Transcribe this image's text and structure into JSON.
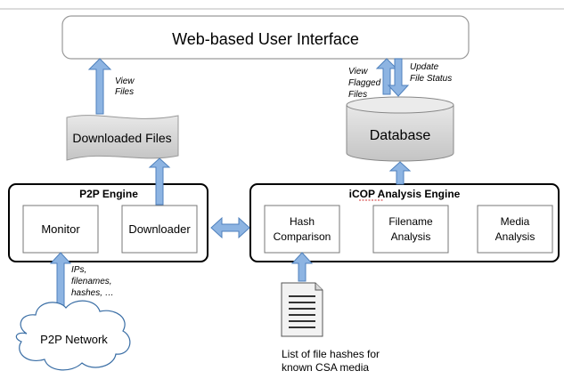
{
  "web_ui": {
    "label": "Web-based User Interface"
  },
  "downloaded_files": {
    "label": "Downloaded Files"
  },
  "database": {
    "label": "Database"
  },
  "p2p_engine": {
    "title": "P2P Engine",
    "monitor": "Monitor",
    "downloader": "Downloader"
  },
  "icop_engine": {
    "title": "iCOP Analysis Engine",
    "hash": [
      "Hash",
      "Comparison"
    ],
    "filename": [
      "Filename",
      "Analysis"
    ],
    "media": [
      "Media",
      "Analysis"
    ]
  },
  "p2p_network": {
    "label": "P2P Network"
  },
  "annotations": {
    "view_files": [
      "View",
      "Files"
    ],
    "view_flagged": [
      "View",
      "Flagged",
      "Files"
    ],
    "update_status": [
      "Update",
      "File Status"
    ],
    "ips": [
      "IPs,",
      "filenames,",
      "hashes, …"
    ]
  },
  "hash_list": {
    "caption": [
      "List of file hashes for",
      "known CSA media"
    ]
  },
  "colors": {
    "arrow_fill": "#8db4e2",
    "arrow_stroke": "#4f81bd",
    "shape_fill": "#d9d9d9",
    "outline": "#000000"
  }
}
